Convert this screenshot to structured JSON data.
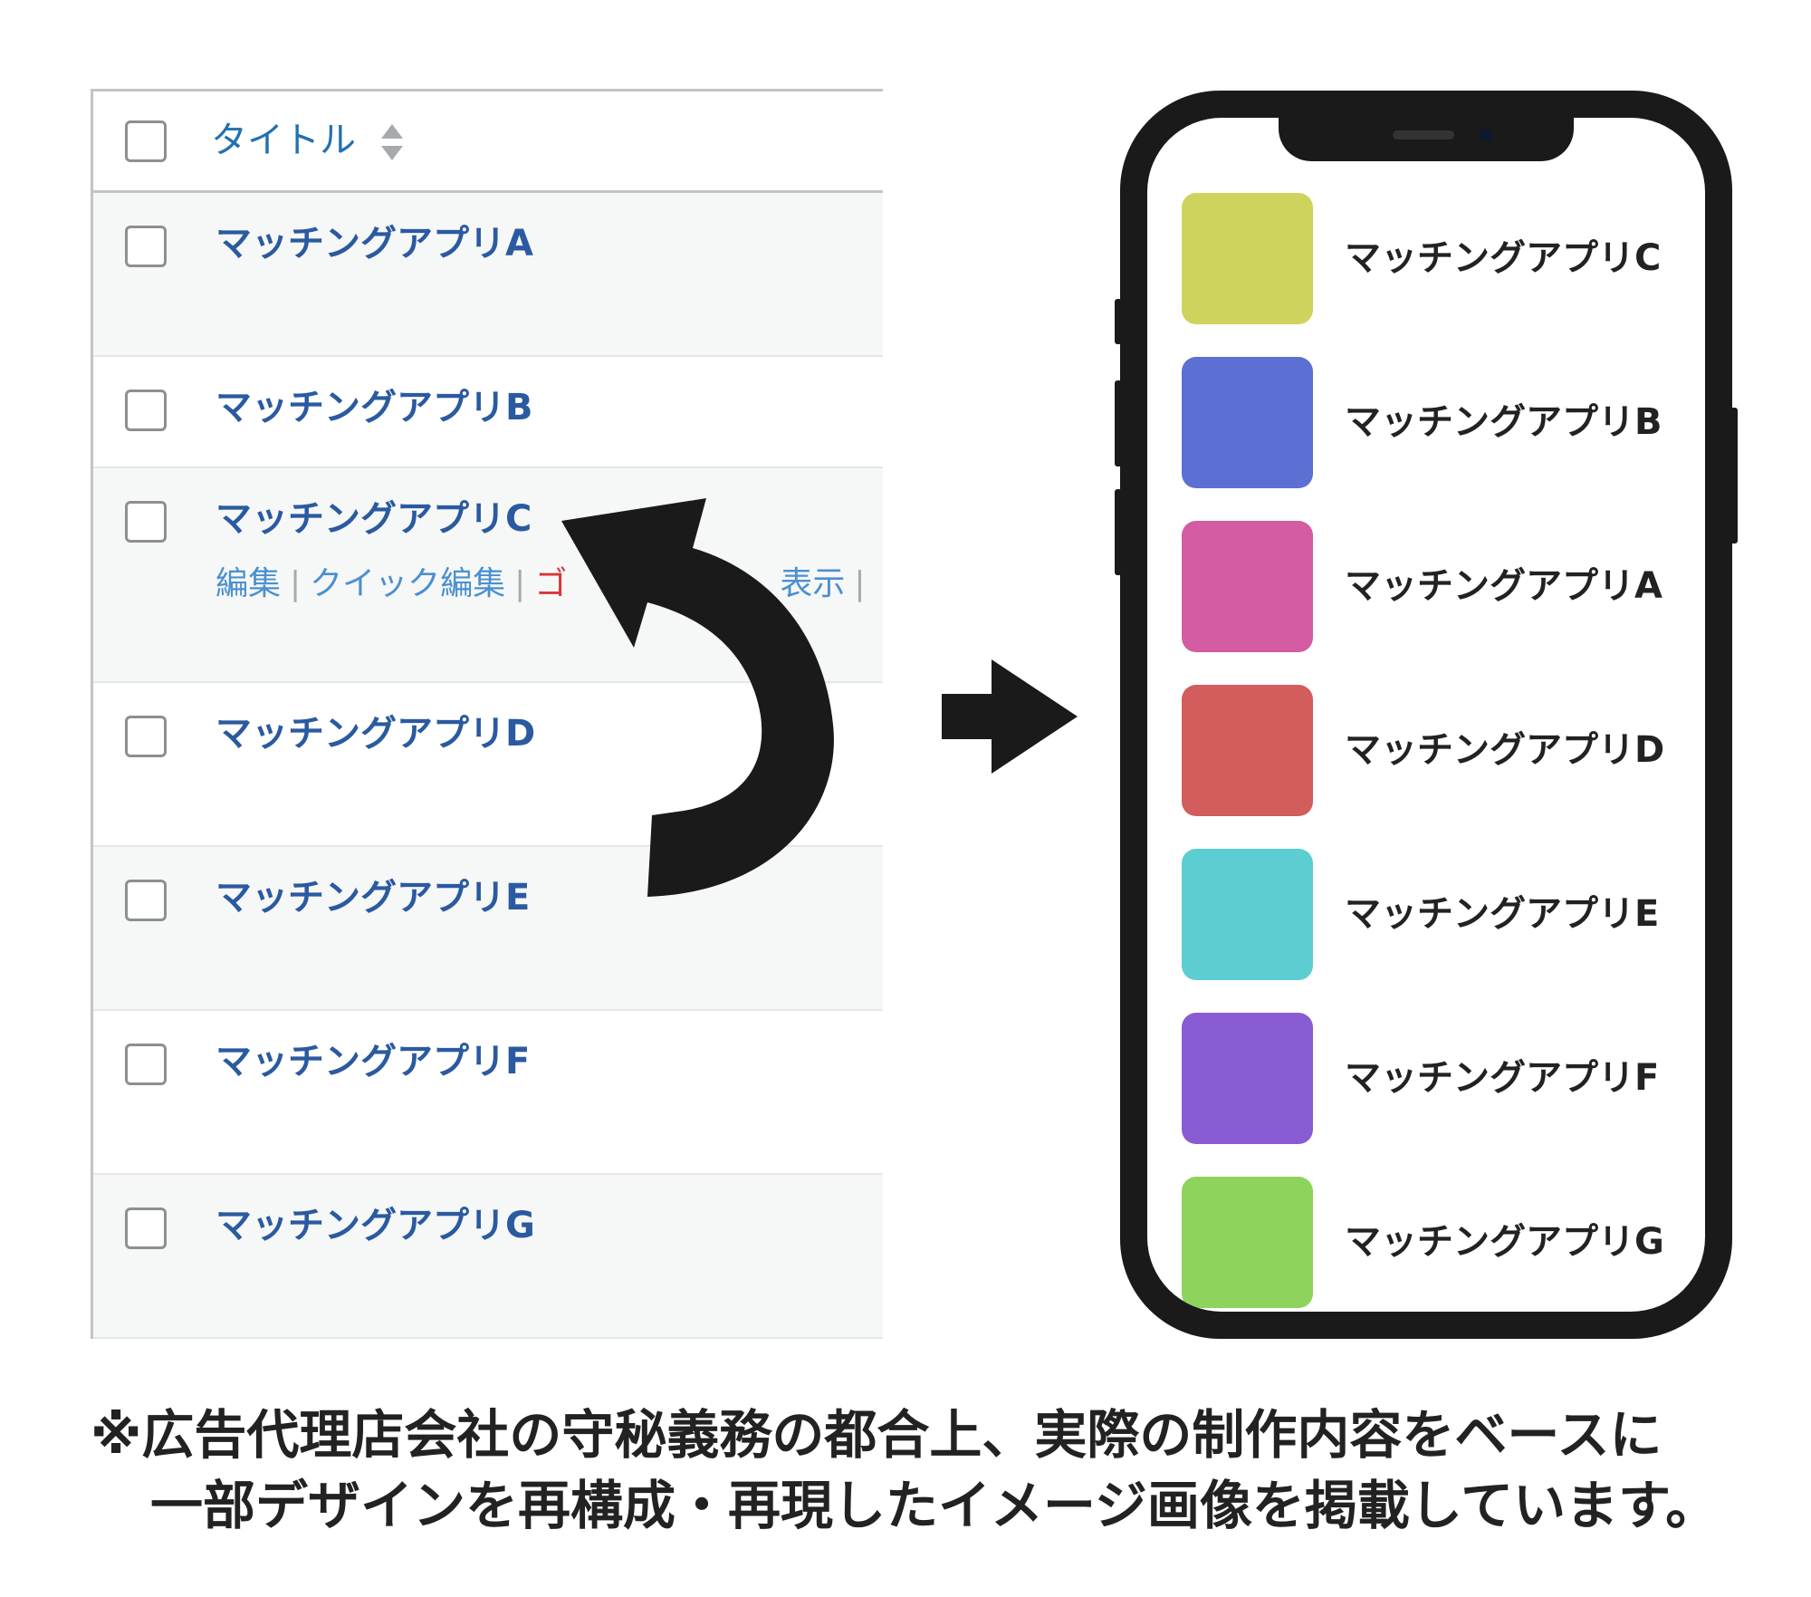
{
  "admin_list": {
    "header": {
      "title": "タイトル"
    },
    "rows": [
      {
        "title": "マッチングアプリA"
      },
      {
        "title": "マッチングアプリB"
      },
      {
        "title": "マッチングアプリC",
        "actions": {
          "edit": "編集",
          "quick_edit": "クイック編集",
          "trash": "ゴ",
          "view": "表示"
        }
      },
      {
        "title": "マッチングアプリD"
      },
      {
        "title": "マッチングアプリE"
      },
      {
        "title": "マッチングアプリF"
      },
      {
        "title": "マッチングアプリG"
      }
    ]
  },
  "phone": {
    "items": [
      {
        "label": "マッチングアプリC",
        "color": "#cdd35c"
      },
      {
        "label": "マッチングアプリB",
        "color": "#5c6fd3"
      },
      {
        "label": "マッチングアプリA",
        "color": "#d35ca3"
      },
      {
        "label": "マッチングアプリD",
        "color": "#d35c5c"
      },
      {
        "label": "マッチングアプリE",
        "color": "#5ccdd0"
      },
      {
        "label": "マッチングアプリF",
        "color": "#8a5cd3"
      },
      {
        "label": "マッチングアプリG",
        "color": "#8dd35c"
      }
    ]
  },
  "footnote": {
    "line1": "※広告代理店会社の守秘義務の都合上、実際の制作内容をベースに",
    "line2": "一部デザインを再構成・再現したイメージ画像を掲載しています。"
  },
  "colors": {
    "link": "#2a5aa0",
    "trash": "#d63638",
    "arrow": "#1a1a1a"
  }
}
